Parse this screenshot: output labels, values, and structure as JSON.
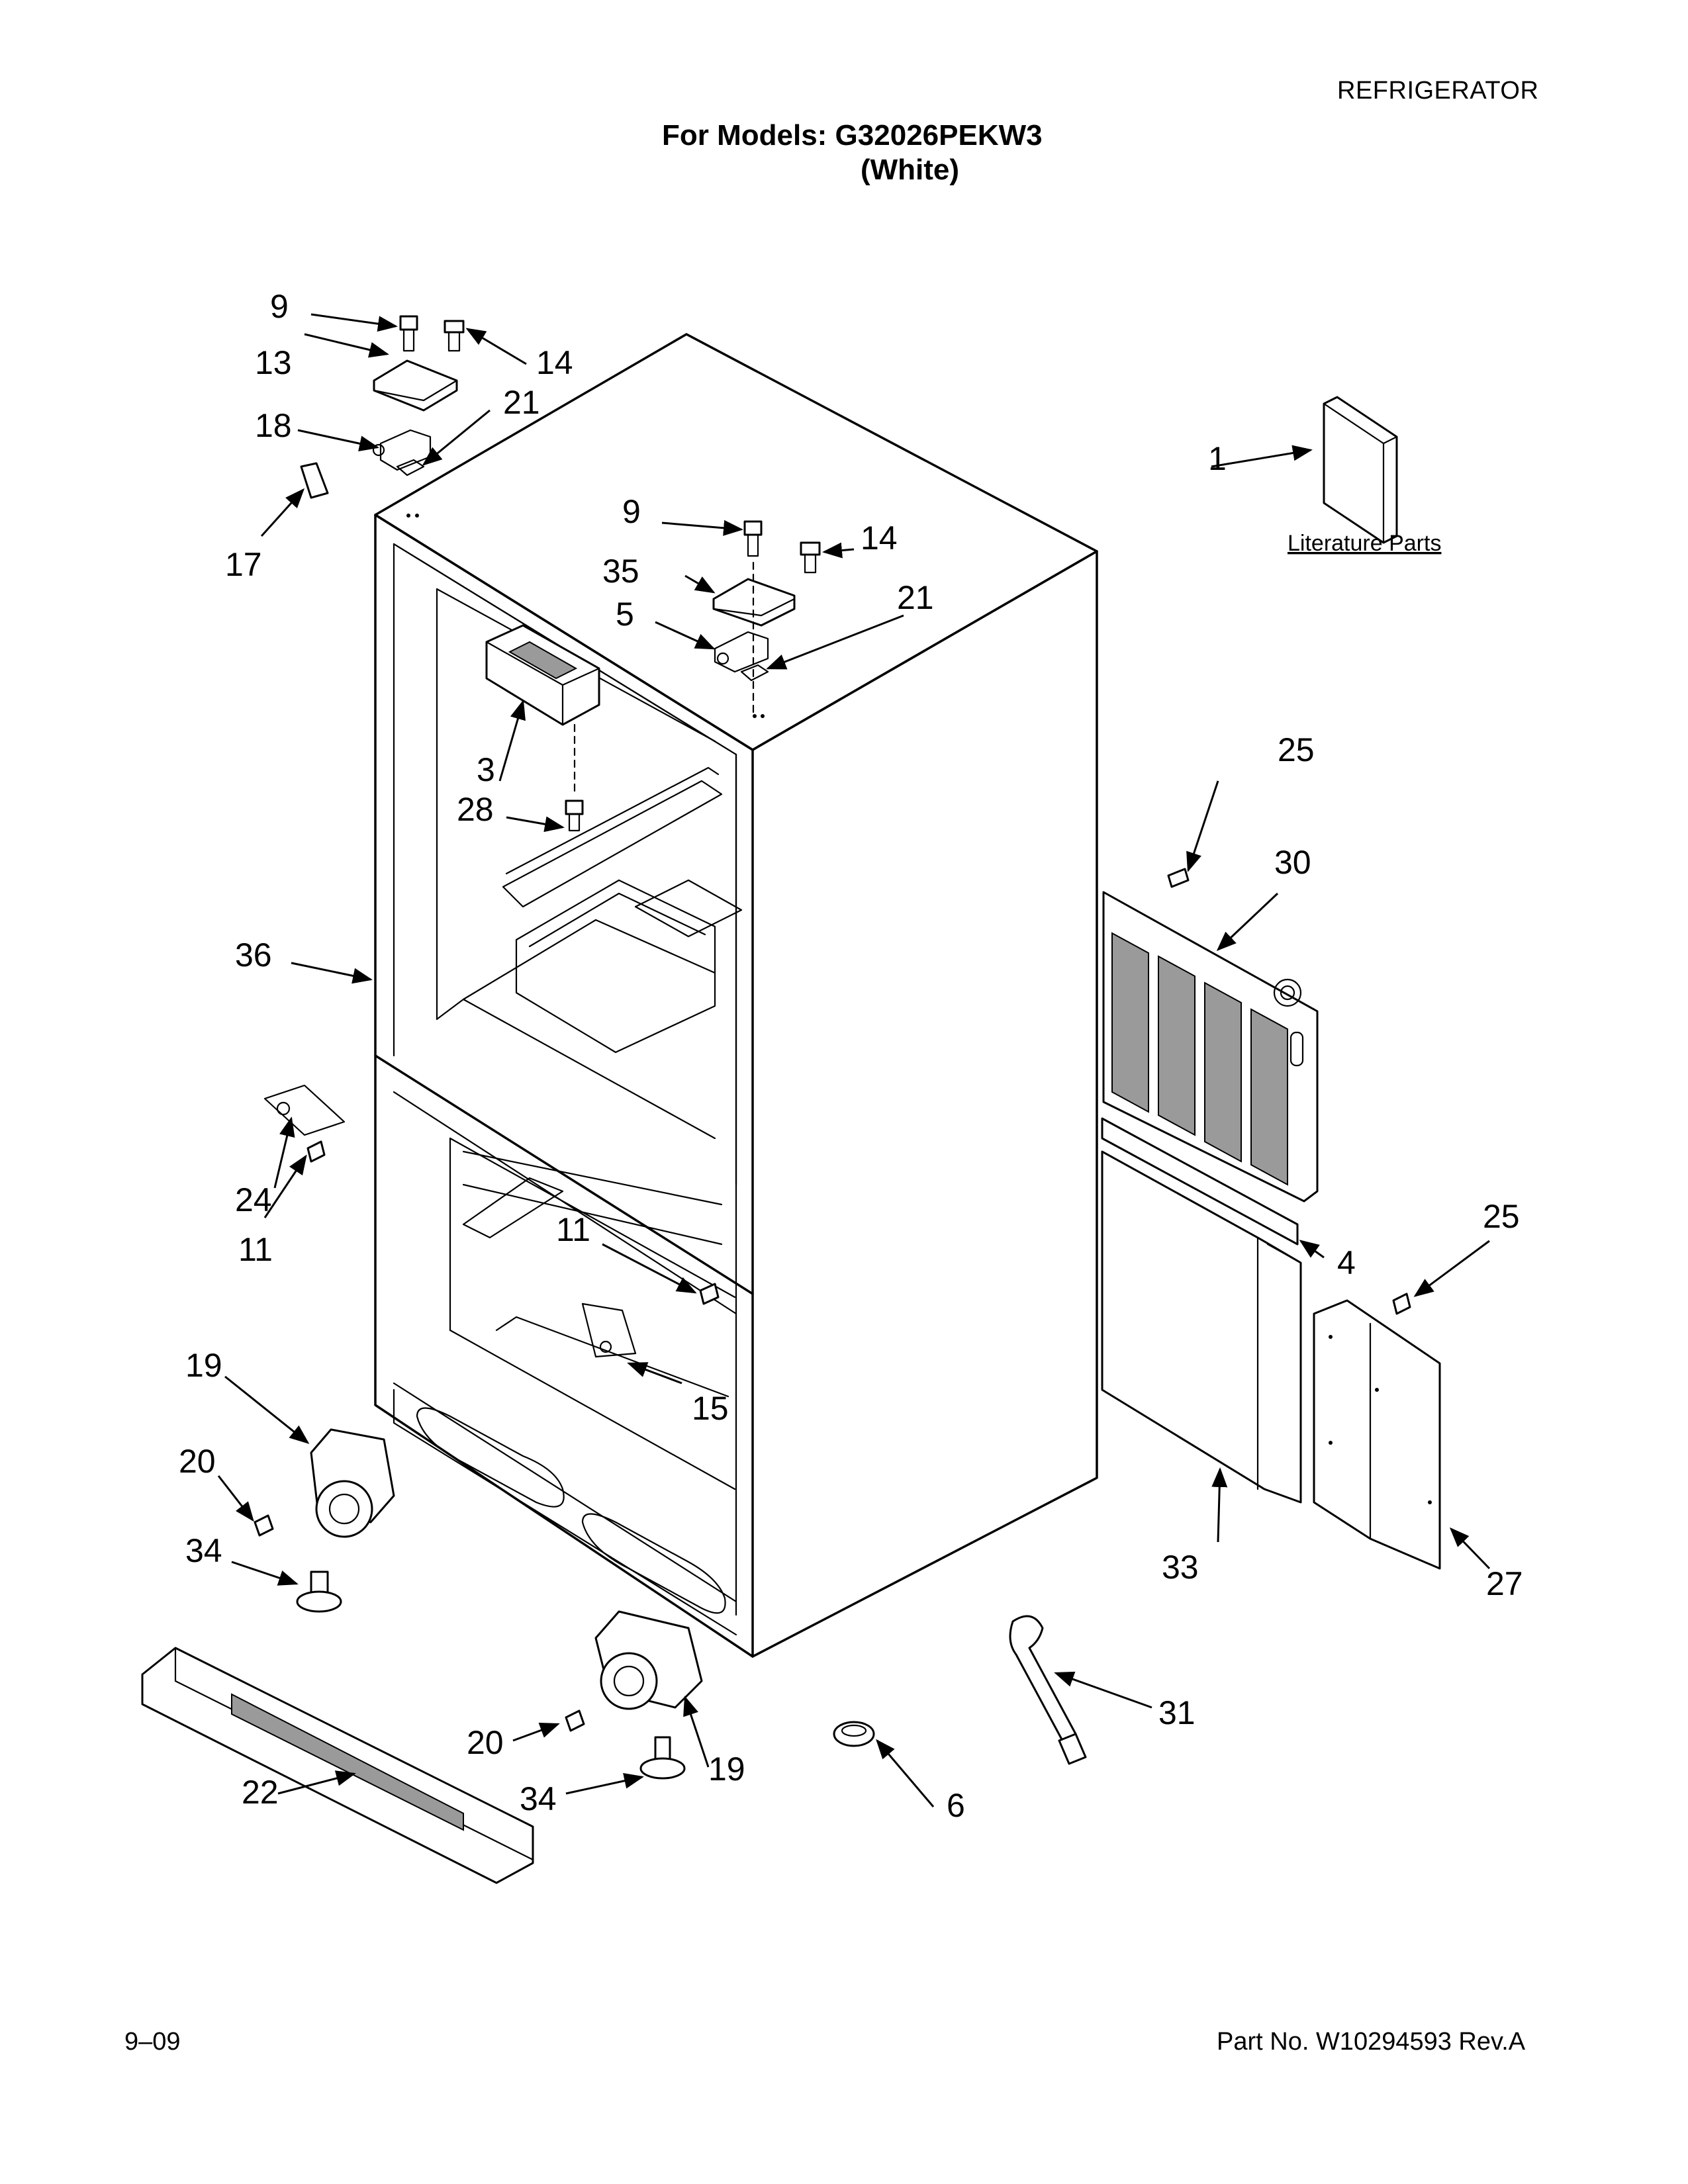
{
  "header": {
    "category": "REFRIGERATOR",
    "models_line": "For Models: G32026PEKW3",
    "variant_line": "(White)"
  },
  "footer": {
    "date": "9–09",
    "part_number": "Part No. W10294593 Rev.A"
  },
  "literature_label": "Literature Parts",
  "callouts": {
    "c1": "1",
    "c3": "3",
    "c4": "4",
    "c5": "5",
    "c6": "6",
    "c9a": "9",
    "c9b": "9",
    "c11a": "11",
    "c11b": "11",
    "c13": "13",
    "c14a": "14",
    "c14b": "14",
    "c15": "15",
    "c17": "17",
    "c18": "18",
    "c19a": "19",
    "c19b": "19",
    "c20a": "20",
    "c20b": "20",
    "c21a": "21",
    "c21b": "21",
    "c22": "22",
    "c24": "24",
    "c25a": "25",
    "c25b": "25",
    "c27": "27",
    "c28": "28",
    "c30": "30",
    "c31": "31",
    "c33": "33",
    "c34a": "34",
    "c34b": "34",
    "c35": "35",
    "c36": "36"
  }
}
